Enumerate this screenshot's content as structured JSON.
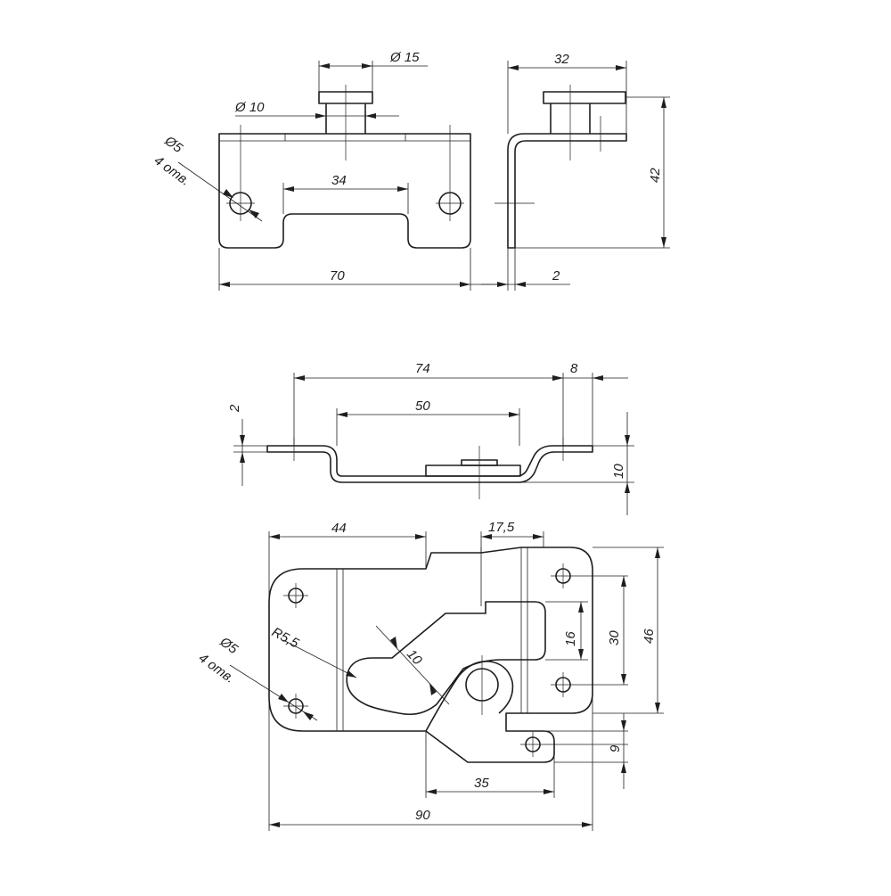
{
  "top_view": {
    "dim_diameter_15": "Ø 15",
    "dim_diameter_10": "Ø 10",
    "dim_hole_diameter": "Ø5",
    "dim_hole_count": "4 отв.",
    "dim_slot_width": "34",
    "dim_total_width": "70"
  },
  "side_view": {
    "dim_width": "32",
    "dim_height": "42",
    "dim_thickness": "2"
  },
  "front_view": {
    "dim_length": "74",
    "dim_inner_length": "50",
    "dim_thickness": "2",
    "dim_flange": "8",
    "dim_height": "10"
  },
  "bottom_view": {
    "dim_left_width": "44",
    "dim_tab_width": "17,5",
    "dim_radius": "R5,5",
    "dim_slot_width": "10",
    "dim_hole_diameter": "Ø5",
    "dim_hole_count": "4 отв.",
    "dim_slot_height": "16",
    "dim_hole_spacing": "30",
    "dim_plate_height": "46",
    "dim_tab_offset": "9",
    "dim_tab_length": "35",
    "dim_total_width": "90"
  }
}
